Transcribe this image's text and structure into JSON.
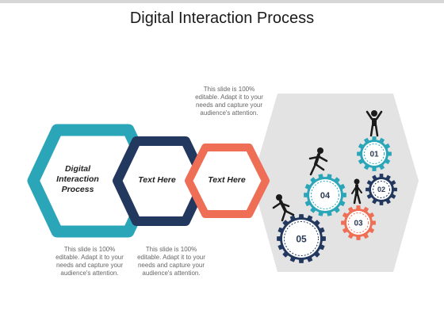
{
  "title": "Digital Interaction Process",
  "stages": [
    {
      "label": "Digital Interaction Process",
      "color": "#2aa6b8"
    },
    {
      "label": "Text Here",
      "color": "#22385f"
    },
    {
      "label": "Text Here",
      "color": "#ee6f55"
    }
  ],
  "descriptions": {
    "top": "This slide is 100% editable. Adapt it to your needs and capture your audience's attention.",
    "bottom_left": "This slide is 100% editable. Adapt it to your needs and capture your audience's attention.",
    "bottom_middle": "This slide is 100% editable. Adapt it to your needs and capture your audience's attention."
  },
  "gears": [
    {
      "number": "01",
      "color": "#2aa6b8"
    },
    {
      "number": "02",
      "color": "#22385f"
    },
    {
      "number": "03",
      "color": "#ee6f55"
    },
    {
      "number": "04",
      "color": "#2aa6b8"
    },
    {
      "number": "05",
      "color": "#22385f"
    }
  ],
  "colors": {
    "teal": "#2aa6b8",
    "navy": "#22385f",
    "coral": "#ee6f55",
    "gray_panel": "#e3e3e3"
  }
}
